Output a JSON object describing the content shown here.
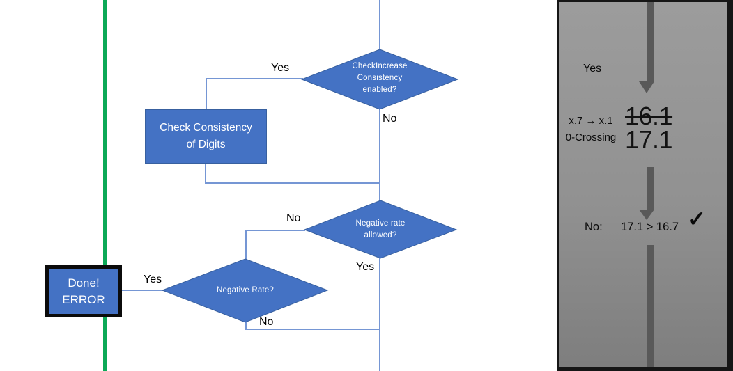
{
  "flowchart": {
    "decision_check_increase": {
      "line1": "CheckIncrease",
      "line2": "Consistency",
      "line3": "enabled?"
    },
    "process_check_consistency": {
      "line1": "Check Consistency",
      "line2": "of Digits"
    },
    "decision_negative_rate_allowed": {
      "line1": "Negative rate",
      "line2": "allowed?"
    },
    "decision_negative_rate": {
      "label": "Negative Rate?"
    },
    "terminal_done_error": {
      "line1": "Done!",
      "line2": "ERROR"
    },
    "edge_labels": {
      "yes_top": "Yes",
      "no_top": "No",
      "no_mid": "No",
      "yes_mid": "Yes",
      "yes_bottom": "Yes",
      "no_bottom": "No"
    }
  },
  "side_panel": {
    "yes_label": "Yes",
    "annotation_line1": "x.7 → x.1",
    "annotation_line2": "0-Crossing",
    "value_old": "16.1",
    "value_new": "17.1",
    "result_label": "No:",
    "result_comparison": "17.1 > 16.7",
    "checkmark": "✓"
  },
  "colors": {
    "shape_fill": "#4472C4",
    "shape_border": "#38609F",
    "connector_blue": "#7596D4",
    "green_line": "#0CA957",
    "arrow_gray": "#595959",
    "panel_gray_top": "#9C9C9C",
    "panel_gray_bottom": "#7E7E7E"
  }
}
